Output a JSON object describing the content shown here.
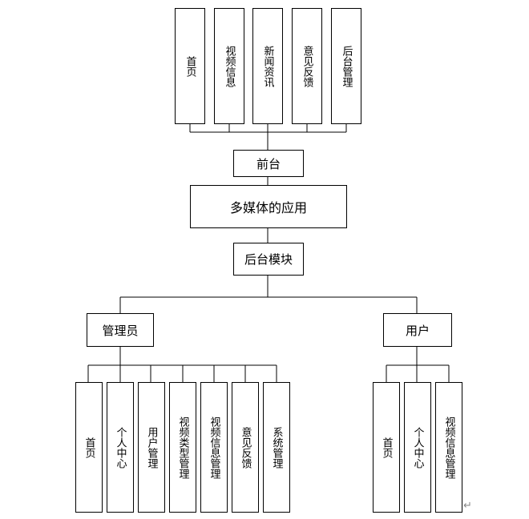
{
  "diagram": {
    "top_nodes": [
      "首页",
      "视频信息",
      "新闻资讯",
      "意见反馈",
      "后台管理"
    ],
    "frontend": "前台",
    "root": "多媒体的应用",
    "backend": "后台模块",
    "admin": {
      "label": "管理员",
      "children": [
        "首页",
        "个人中心",
        "用户管理",
        "视频类型管理",
        "视频信息管理",
        "意见反馈",
        "系统管理"
      ]
    },
    "user": {
      "label": "用户",
      "children": [
        "首页",
        "个人中心",
        "视频信息管理"
      ]
    },
    "paragraph_mark": "↵"
  }
}
